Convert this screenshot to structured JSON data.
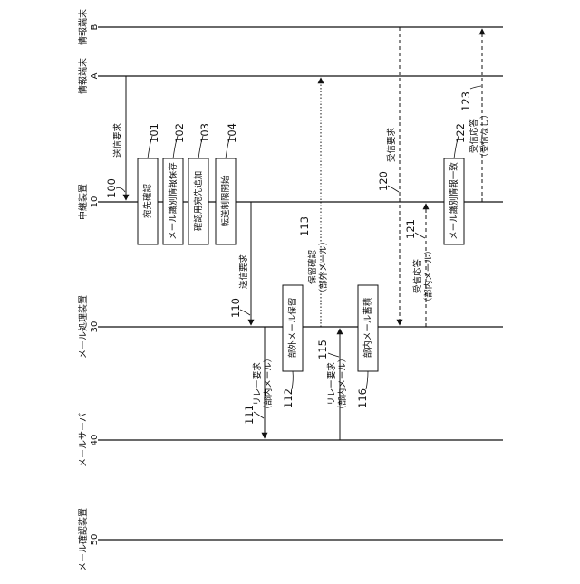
{
  "lanes": {
    "b": {
      "name": "情報端末",
      "code": "B"
    },
    "a": {
      "name": "情報端末",
      "code": "A"
    },
    "relay": {
      "name": "中継装置",
      "code": "10"
    },
    "mail_proc": {
      "name": "メール処理装置",
      "code": "30"
    },
    "mail_server": {
      "name": "メールサーバ",
      "code": "40"
    },
    "mail_confirm": {
      "name": "メール確認装置",
      "code": "50"
    }
  },
  "boxes": {
    "b101": "宛先確認",
    "b102": "メール識別情報保存",
    "b103": "確認用宛先追加",
    "b104": "転送制限開始",
    "b112": "部外メール保留",
    "b116": "部内メール蓄積",
    "b122": "メール識別情報一致"
  },
  "labels": {
    "send_request": "送信要求",
    "send_request2": "送信要求",
    "relay_request_1": "リレー要求",
    "relay_request_1_sub": "（部内メール）",
    "relay_request_2": "リレー要求",
    "relay_request_2_sub": "（部内メール）",
    "hold_confirm": "保留確認",
    "hold_confirm_sub": "（部外メール）",
    "receive_request": "受信要求",
    "receive_response": "受信応答",
    "receive_response_sub": "（部内メール）",
    "receive_response_b": "受信応答",
    "receive_response_b_sub": "（受信なし）"
  },
  "refs": {
    "r100": "100",
    "r101": "101",
    "r102": "102",
    "r103": "103",
    "r104": "104",
    "r110": "110",
    "r111": "111",
    "r112": "112",
    "r113": "113",
    "r115": "115",
    "r116": "116",
    "r120": "120",
    "r121": "121",
    "r122": "122",
    "r123": "123"
  }
}
